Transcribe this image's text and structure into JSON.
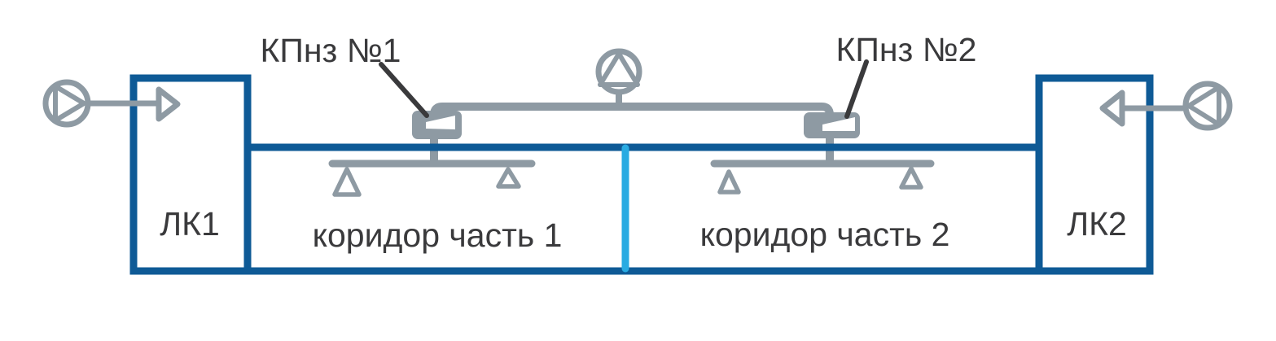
{
  "diagram": {
    "type": "smoke-ventilation-scheme",
    "labels": {
      "damper1": "КПнз №1",
      "damper2": "КПнз №2",
      "stairwell1": "ЛК1",
      "stairwell2": "ЛК2",
      "corridor1": "коридор часть 1",
      "corridor2": "коридор часть 2"
    },
    "icons": {
      "fan_left": "fan-circle-triangle-right-icon",
      "fan_center": "fan-circle-triangle-up-icon",
      "fan_right": "fan-circle-triangle-left-icon",
      "damper": "fire-damper-icon",
      "grille": "vent-grille-icon",
      "arrow_into_lk1": "airflow-arrow-right-icon",
      "arrow_into_lk2": "airflow-arrow-left-icon"
    },
    "colors": {
      "walls": "#0e5a96",
      "corridor_divider": "#29abe2",
      "equipment": "#8e9aa3",
      "text": "#3a3a3c",
      "background": "#ffffff"
    }
  }
}
